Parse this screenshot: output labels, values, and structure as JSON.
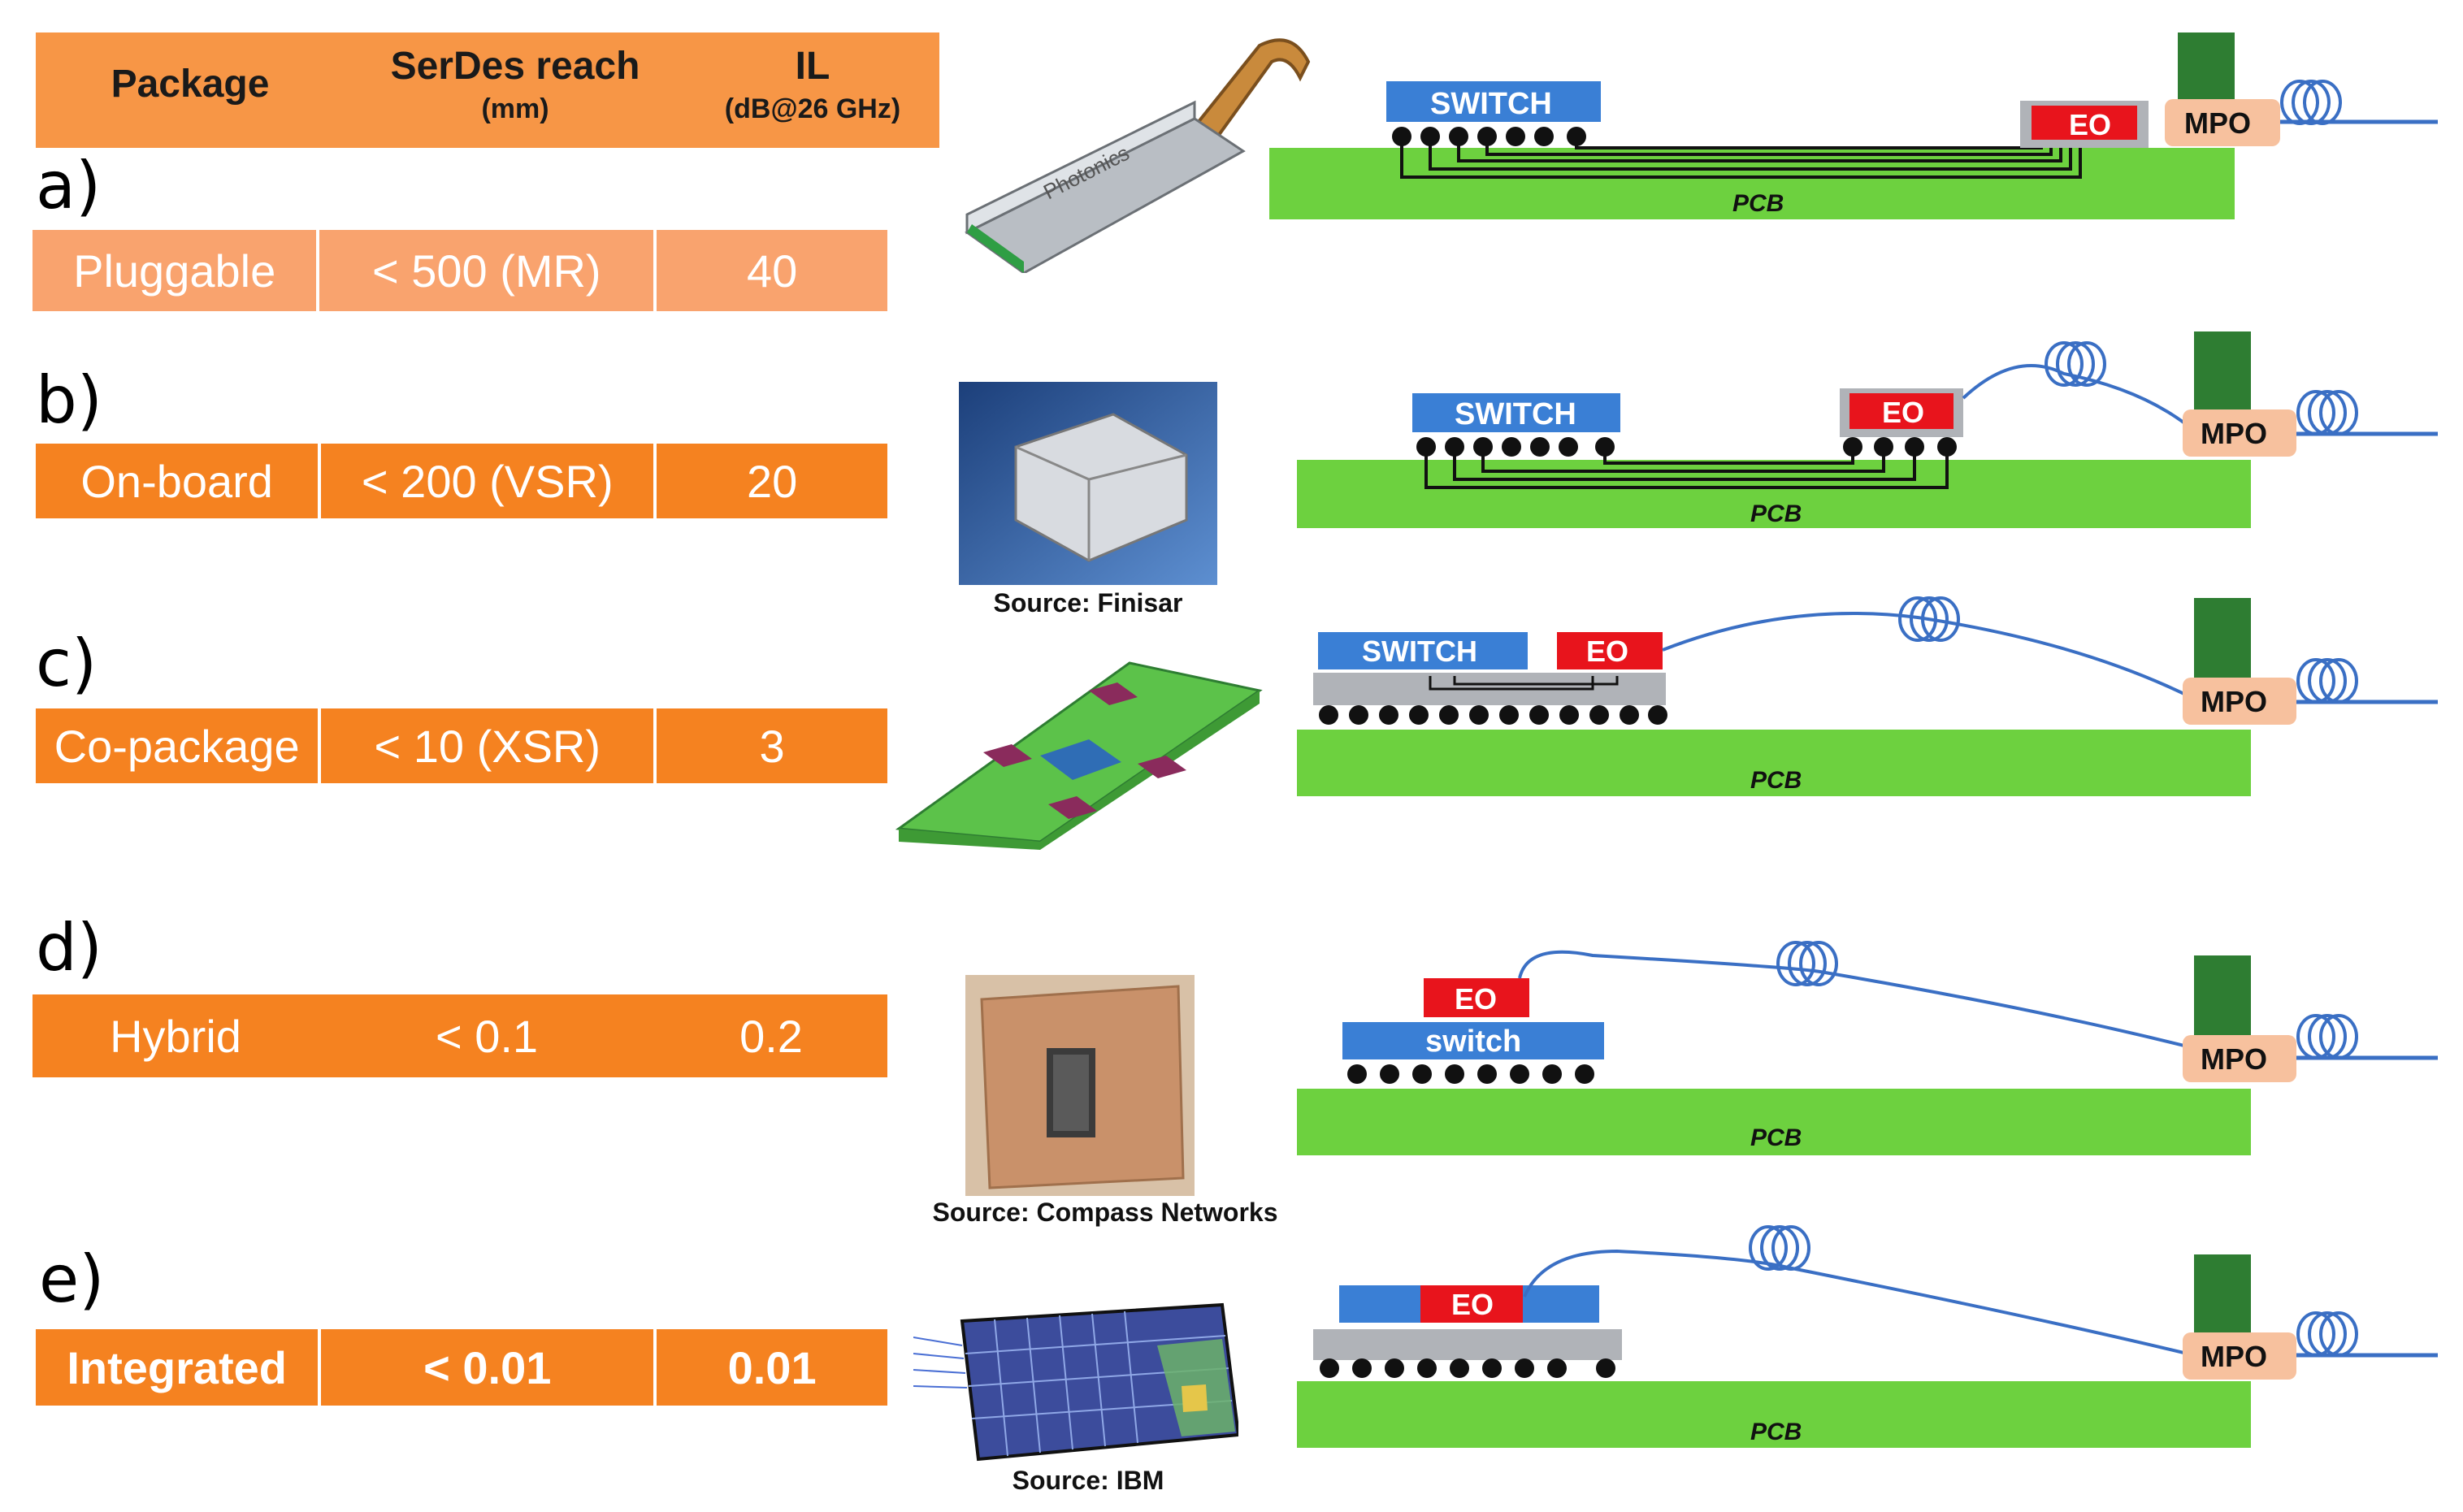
{
  "header": {
    "col_package": "Package",
    "col_reach": "SerDes reach",
    "col_reach_unit": "(mm)",
    "col_il": "IL",
    "col_il_unit": "(dB@26 GHz)"
  },
  "rows": [
    {
      "label": "a)",
      "package": "Pluggable",
      "reach": "< 500 (MR)",
      "il": "40"
    },
    {
      "label": "b)",
      "package": "On-board",
      "reach": "< 200 (VSR)",
      "il": "20"
    },
    {
      "label": "c)",
      "package": "Co-package",
      "reach": "< 10 (XSR)",
      "il": "3"
    },
    {
      "label": "d)",
      "package": "Hybrid",
      "reach": "< 0.1",
      "il": "0.2"
    },
    {
      "label": "e)",
      "package": "Integrated",
      "reach": "< 0.01",
      "il": "0.01"
    }
  ],
  "photos": {
    "b_source": "Source: Finisar",
    "d_source": "Source: Compass Networks",
    "e_source": "Source: IBM",
    "module_brand": "Photonics"
  },
  "diagram": {
    "switch_label": "SWITCH",
    "switch_label_lower": "switch",
    "eo_label": "EO",
    "mpo_label": "MPO",
    "pcb_label": "PCB"
  },
  "colors": {
    "header_orange": "#f79646",
    "row_orange": "#f58220",
    "row_orange_light": "#f9a36e",
    "pcb_green": "#6dd13f",
    "mpo_peach": "#f7c19e",
    "connector_green": "#2e7d32",
    "switch_blue": "#3a7fd5",
    "eo_red": "#e8141c",
    "fiber_blue": "#3a6fc4"
  }
}
